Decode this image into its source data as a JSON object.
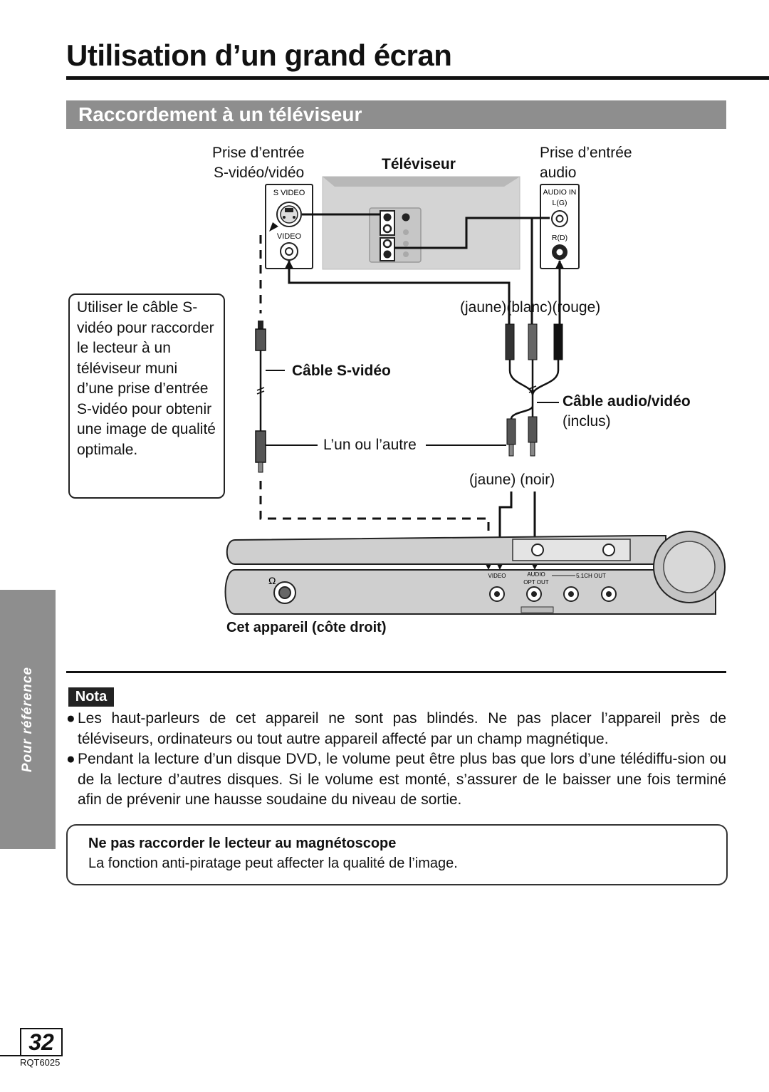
{
  "title": "Utilisation d’un grand écran",
  "section_title": "Raccordement à un téléviseur",
  "diagram": {
    "tv_label": "Téléviseur",
    "input_svideo_line1": "Prise d’entrée",
    "input_svideo_line2": "S-vidéo/vidéo",
    "input_audio_line1": "Prise d’entrée",
    "input_audio_line2": "audio",
    "jack_svideo": "S VIDEO",
    "jack_video": "VIDEO",
    "jack_audio_in": "AUDIO IN",
    "jack_lg": "L(G)",
    "jack_rd": "R(D)",
    "plug_colors_top": "(jaune)(blanc)(rouge)",
    "svideo_cable_label": "Câble S-vidéo",
    "av_cable_label": "Câble audio/vidéo",
    "av_cable_note": "(inclus)",
    "either_label": "L’un ou l’autre",
    "plug_colors_bottom": "(jaune) (noir)",
    "device_jack_video": "VIDEO",
    "device_jack_audio": "AUDIO",
    "device_jack_optout": "OPT OUT",
    "device_jack_51": "5.1CH OUT",
    "device_caption": "Cet appareil (côte droit)"
  },
  "callout_text": "Utiliser le câble S-vidéo pour raccorder le lecteur à un téléviseur muni d’une prise d’entrée S-vidéo pour obtenir une image de qualité optimale.",
  "nota_label": "Nota",
  "notes": [
    {
      "bullet": "●",
      "text": "Les haut-parleurs de cet appareil ne sont pas blindés. Ne pas placer l’appareil près de téléviseurs, ordinateurs ou tout autre appareil affecté par un champ magnétique."
    },
    {
      "bullet": "●",
      "text": "Pendant la lecture d’un disque DVD, le volume peut être plus bas que lors d’une télédiffu-sion ou de la lecture d’autres disques. Si le volume est monté, s’assurer de le baisser une fois terminé afin de prévenir une hausse soudaine du niveau de sortie."
    }
  ],
  "warning": {
    "title": "Ne pas raccorder le lecteur au magnétoscope",
    "text": "La fonction anti-piratage peut affecter la qualité de l’image."
  },
  "side_tab": "Pour référence",
  "page_number": "32",
  "doc_code": "RQT6025"
}
